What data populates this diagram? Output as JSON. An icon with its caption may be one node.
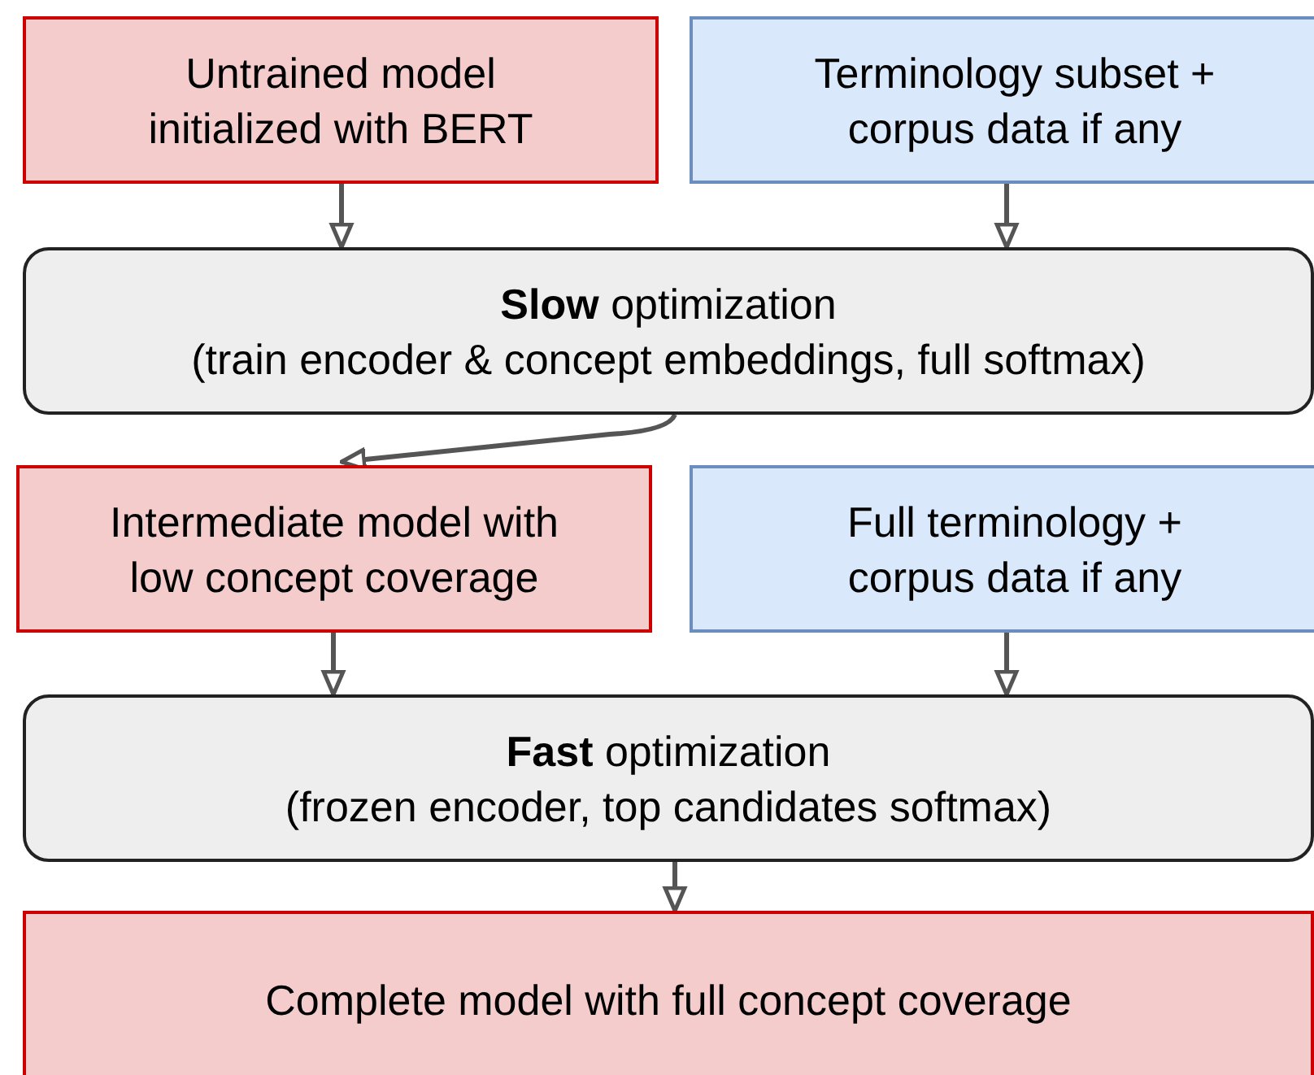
{
  "diagram": {
    "nodes": [
      {
        "text": [
          "Untrained model initialized with BERT"
        ]
      },
      {
        "text": [
          "Terminology subset + corpus data if any"
        ]
      },
      {
        "text": [
          "**Slow** optimization",
          "(train encoder & concept embeddings, full softmax)"
        ]
      },
      {
        "text": [
          "Intermediate model with low concept coverage"
        ]
      },
      {
        "text": [
          "Full terminology + corpus data if any"
        ]
      },
      {
        "text": [
          "**Fast** optimization",
          "(frozen encoder, top candidates softmax)"
        ]
      },
      {
        "text": [
          "Complete model with full concept coverage"
        ]
      }
    ],
    "edges": [
      {
        "from": 0,
        "to": 2,
        "arrow": "to"
      },
      {
        "from": 1,
        "to": 2,
        "arrow": "to"
      },
      {
        "from": 2,
        "to": 3,
        "arrow": "to"
      },
      {
        "from": 3,
        "to": 5,
        "arrow": "to"
      },
      {
        "from": 4,
        "to": 5,
        "arrow": "to"
      },
      {
        "from": 5,
        "to": 6,
        "arrow": "to"
      }
    ]
  }
}
